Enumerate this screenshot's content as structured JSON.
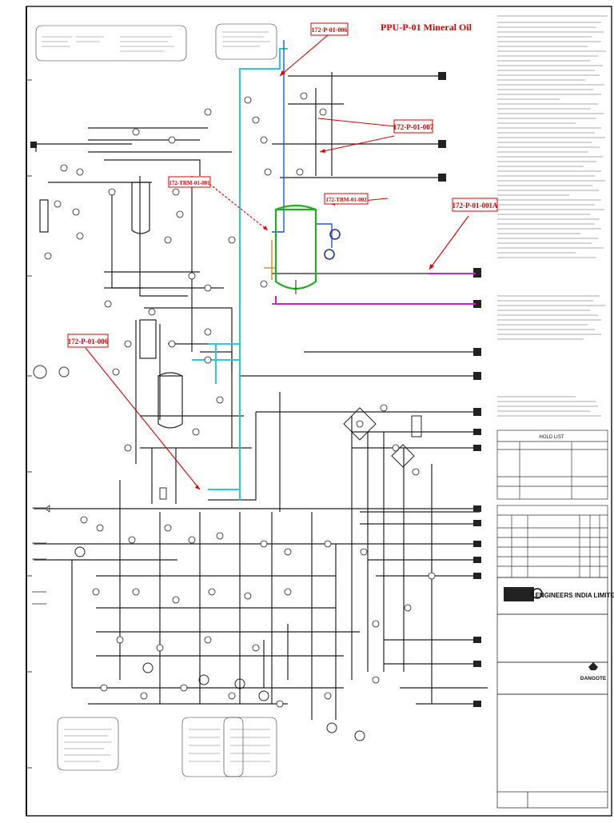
{
  "callouts": {
    "p006_top": "172-P-01-006",
    "ppu_title": "PPU-P-01 Mineral Oil",
    "p007": "172-P-01-007",
    "trm001": "172-TRM-01-001",
    "trm002": "172-TRM-01-002",
    "p001a": "172-P-01-001A",
    "p006_left": "172-P-01-006"
  },
  "title_block": {
    "hold_list_heading": "HOLD LIST",
    "company_name": "ENGINEERS INDIA LIMITED",
    "client_logo_text": "DANGOTE"
  },
  "colors": {
    "callout": "#e00000",
    "cyan_line": "#2ec9d8",
    "magenta_line": "#d21ed2",
    "vessel_green": "#22aa22",
    "process_line": "#222222"
  }
}
